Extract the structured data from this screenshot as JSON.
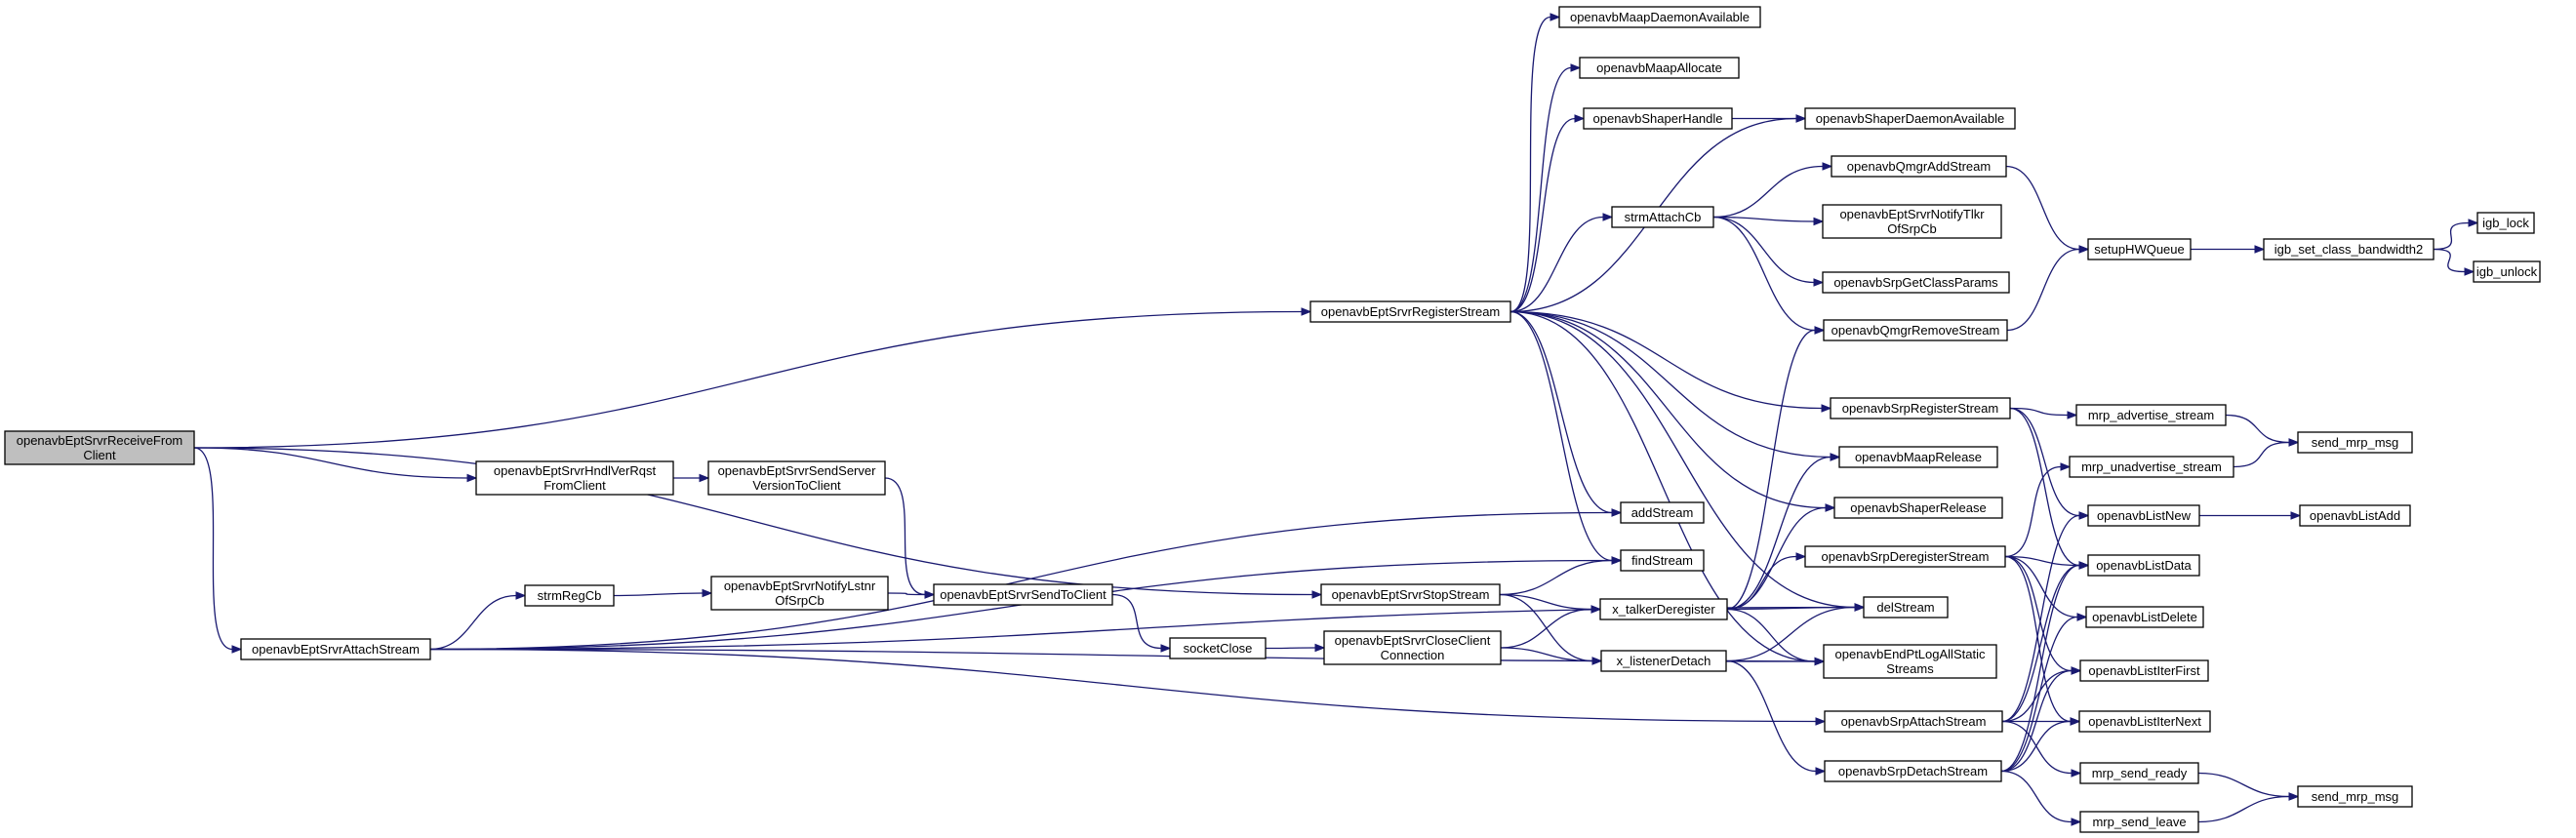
{
  "nodes": {
    "root": [
      "openavbEptSrvrReceiveFrom",
      "Client"
    ],
    "registerStream": [
      "openavbEptSrvrRegisterStream"
    ],
    "hndlVer": [
      "openavbEptSrvrHndlVerRqst",
      "FromClient"
    ],
    "sendServerVer": [
      "openavbEptSrvrSendServer",
      "VersionToClient"
    ],
    "stopStream": [
      "openavbEptSrvrStopStream"
    ],
    "attachStream": [
      "openavbEptSrvrAttachStream"
    ],
    "strmRegCb": [
      "strmRegCb"
    ],
    "notifyLstnr": [
      "openavbEptSrvrNotifyLstnr",
      "OfSrpCb"
    ],
    "sendToClient": [
      "openavbEptSrvrSendToClient"
    ],
    "socketClose": [
      "socketClose"
    ],
    "closeClient": [
      "openavbEptSrvrCloseClient",
      "Connection"
    ],
    "maapDaemon": [
      "openavbMaapDaemonAvailable"
    ],
    "maapAllocate": [
      "openavbMaapAllocate"
    ],
    "shaperHandle": [
      "openavbShaperHandle"
    ],
    "shaperDaemon": [
      "openavbShaperDaemonAvailable"
    ],
    "strmAttachCb": [
      "strmAttachCb"
    ],
    "qmgrAdd": [
      "openavbQmgrAddStream"
    ],
    "notifyTlkr": [
      "openavbEptSrvrNotifyTlkr",
      "OfSrpCb"
    ],
    "srpGetClass": [
      "openavbSrpGetClassParams"
    ],
    "qmgrRemove": [
      "openavbQmgrRemoveStream"
    ],
    "srpRegister": [
      "openavbSrpRegisterStream"
    ],
    "maapRelease": [
      "openavbMaapRelease"
    ],
    "shaperRelease": [
      "openavbShaperRelease"
    ],
    "addStream": [
      "addStream"
    ],
    "findStream": [
      "findStream"
    ],
    "srpDeregister": [
      "openavbSrpDeregisterStream"
    ],
    "talkerDereg": [
      "x_talkerDeregister"
    ],
    "delStream": [
      "delStream"
    ],
    "listenerDetach": [
      "x_listenerDetach"
    ],
    "logAll": [
      "openavbEndPtLogAllStatic",
      "Streams"
    ],
    "srpAttach": [
      "openavbSrpAttachStream"
    ],
    "srpDetach": [
      "openavbSrpDetachStream"
    ],
    "setupHW": [
      "setupHWQueue"
    ],
    "igbSetClass": [
      "igb_set_class_bandwidth2"
    ],
    "igbLock": [
      "igb_lock"
    ],
    "igbUnlock": [
      "igb_unlock"
    ],
    "mrpAdvertise": [
      "mrp_advertise_stream"
    ],
    "mrpUnadvertise": [
      "mrp_unadvertise_stream"
    ],
    "sendMrpMsg1": [
      "send_mrp_msg"
    ],
    "listNew": [
      "openavbListNew"
    ],
    "listAdd": [
      "openavbListAdd"
    ],
    "listData": [
      "openavbListData"
    ],
    "listDelete": [
      "openavbListDelete"
    ],
    "listIterFirst": [
      "openavbListIterFirst"
    ],
    "listIterNext": [
      "openavbListIterNext"
    ],
    "mrpSendReady": [
      "mrp_send_ready"
    ],
    "mrpSendLeave": [
      "mrp_send_leave"
    ],
    "sendMrpMsg2": [
      "send_mrp_msg"
    ]
  },
  "edges": [
    [
      "root",
      "registerStream"
    ],
    [
      "root",
      "hndlVer"
    ],
    [
      "root",
      "stopStream"
    ],
    [
      "root",
      "attachStream"
    ],
    [
      "hndlVer",
      "sendServerVer"
    ],
    [
      "sendServerVer",
      "sendToClient"
    ],
    [
      "attachStream",
      "strmRegCb"
    ],
    [
      "attachStream",
      "addStream"
    ],
    [
      "attachStream",
      "findStream"
    ],
    [
      "attachStream",
      "delStream"
    ],
    [
      "attachStream",
      "logAll"
    ],
    [
      "attachStream",
      "srpAttach"
    ],
    [
      "strmRegCb",
      "notifyLstnr"
    ],
    [
      "notifyLstnr",
      "sendToClient"
    ],
    [
      "sendToClient",
      "socketClose"
    ],
    [
      "socketClose",
      "closeClient"
    ],
    [
      "closeClient",
      "talkerDereg"
    ],
    [
      "closeClient",
      "listenerDetach"
    ],
    [
      "stopStream",
      "findStream"
    ],
    [
      "stopStream",
      "talkerDereg"
    ],
    [
      "stopStream",
      "listenerDetach"
    ],
    [
      "registerStream",
      "maapDaemon"
    ],
    [
      "registerStream",
      "maapAllocate"
    ],
    [
      "registerStream",
      "shaperHandle"
    ],
    [
      "registerStream",
      "shaperDaemon"
    ],
    [
      "registerStream",
      "strmAttachCb"
    ],
    [
      "registerStream",
      "srpRegister"
    ],
    [
      "registerStream",
      "maapRelease"
    ],
    [
      "registerStream",
      "shaperRelease"
    ],
    [
      "registerStream",
      "addStream"
    ],
    [
      "registerStream",
      "findStream"
    ],
    [
      "registerStream",
      "delStream"
    ],
    [
      "registerStream",
      "logAll"
    ],
    [
      "shaperHandle",
      "shaperDaemon"
    ],
    [
      "strmAttachCb",
      "qmgrAdd"
    ],
    [
      "strmAttachCb",
      "notifyTlkr"
    ],
    [
      "strmAttachCb",
      "srpGetClass"
    ],
    [
      "strmAttachCb",
      "qmgrRemove"
    ],
    [
      "qmgrAdd",
      "setupHW"
    ],
    [
      "qmgrRemove",
      "setupHW"
    ],
    [
      "setupHW",
      "igbSetClass"
    ],
    [
      "igbSetClass",
      "igbLock"
    ],
    [
      "igbSetClass",
      "igbUnlock"
    ],
    [
      "srpRegister",
      "mrpAdvertise"
    ],
    [
      "srpRegister",
      "listNew"
    ],
    [
      "srpRegister",
      "listData"
    ],
    [
      "mrpAdvertise",
      "sendMrpMsg1"
    ],
    [
      "mrpUnadvertise",
      "sendMrpMsg1"
    ],
    [
      "talkerDereg",
      "qmgrRemove"
    ],
    [
      "talkerDereg",
      "maapRelease"
    ],
    [
      "talkerDereg",
      "shaperRelease"
    ],
    [
      "talkerDereg",
      "srpDeregister"
    ],
    [
      "talkerDereg",
      "delStream"
    ],
    [
      "talkerDereg",
      "logAll"
    ],
    [
      "listenerDetach",
      "delStream"
    ],
    [
      "listenerDetach",
      "logAll"
    ],
    [
      "listenerDetach",
      "srpDetach"
    ],
    [
      "srpDeregister",
      "mrpUnadvertise"
    ],
    [
      "srpDeregister",
      "listData"
    ],
    [
      "srpDeregister",
      "listDelete"
    ],
    [
      "srpDeregister",
      "listIterFirst"
    ],
    [
      "srpDeregister",
      "listIterNext"
    ],
    [
      "listNew",
      "listAdd"
    ],
    [
      "srpAttach",
      "listNew"
    ],
    [
      "srpAttach",
      "listData"
    ],
    [
      "srpAttach",
      "listIterFirst"
    ],
    [
      "srpAttach",
      "listIterNext"
    ],
    [
      "srpAttach",
      "mrpSendReady"
    ],
    [
      "srpDetach",
      "listData"
    ],
    [
      "srpDetach",
      "listDelete"
    ],
    [
      "srpDetach",
      "listIterFirst"
    ],
    [
      "srpDetach",
      "listIterNext"
    ],
    [
      "srpDetach",
      "mrpSendLeave"
    ],
    [
      "mrpSendReady",
      "sendMrpMsg2"
    ],
    [
      "mrpSendLeave",
      "sendMrpMsg2"
    ]
  ],
  "colors": {
    "edge": "#191970",
    "node_border": "#000000",
    "root_fill": "#bfbfbf",
    "node_fill": "#ffffff"
  }
}
